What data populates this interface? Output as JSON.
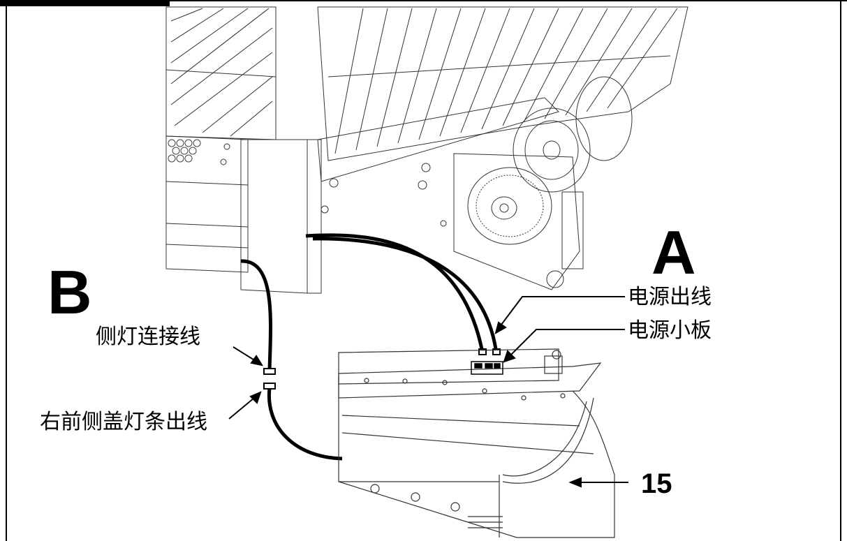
{
  "labels": {
    "section_a": "A",
    "section_b": "B",
    "power_outlet": "电源出线",
    "power_board": "电源小板",
    "side_light_cable": "侧灯连接线",
    "right_front_cover_light_strip_outlet": "右前侧盖灯条出线",
    "part_number": "15"
  },
  "colors": {
    "line": "#000000",
    "background": "#ffffff"
  }
}
